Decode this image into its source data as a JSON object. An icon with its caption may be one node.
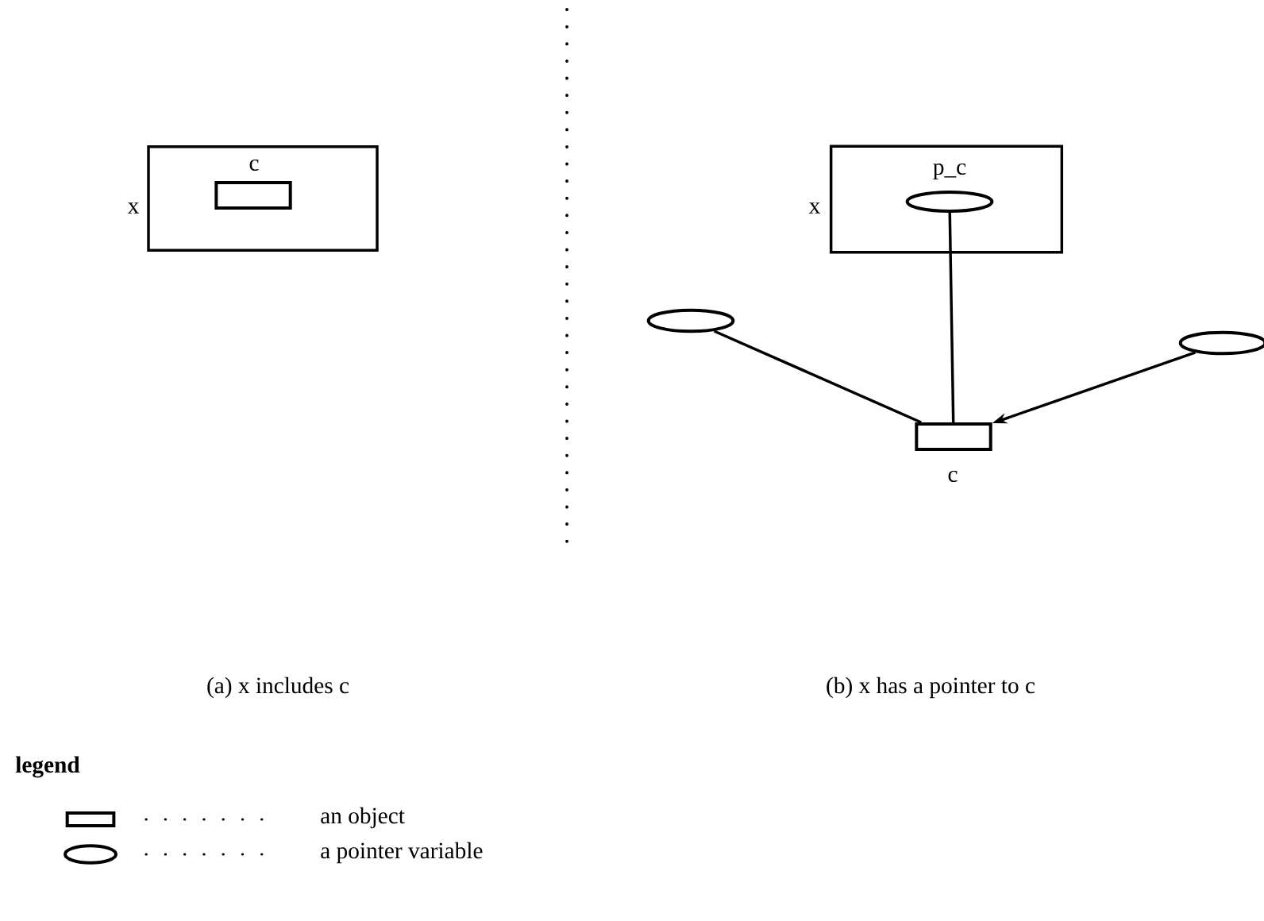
{
  "diagram": {
    "nodes": [
      {
        "text": [
          "x"
        ]
      },
      {
        "text": [
          "c"
        ],
        "in": 0
      },
      {
        "text": [
          "x"
        ]
      },
      {
        "text": [
          "p_c"
        ],
        "in": 2
      },
      {
        "text": [],
        "shape": "ellipse"
      },
      {
        "text": [],
        "shape": "ellipse"
      },
      {
        "text": [
          "c"
        ]
      }
    ],
    "edges": [
      {
        "from": 4,
        "to": 6,
        "arrow": "none"
      },
      {
        "from": 3,
        "to": 6,
        "arrow": "none"
      },
      {
        "from": 5,
        "to": 6,
        "arrow": "to"
      }
    ],
    "labels": [
      "(a) x includes c",
      "(b) x has a pointer to c",
      "legend"
    ],
    "legend": [
      {
        "text": "an object"
      },
      {
        "text": "a pointer variable"
      }
    ]
  }
}
